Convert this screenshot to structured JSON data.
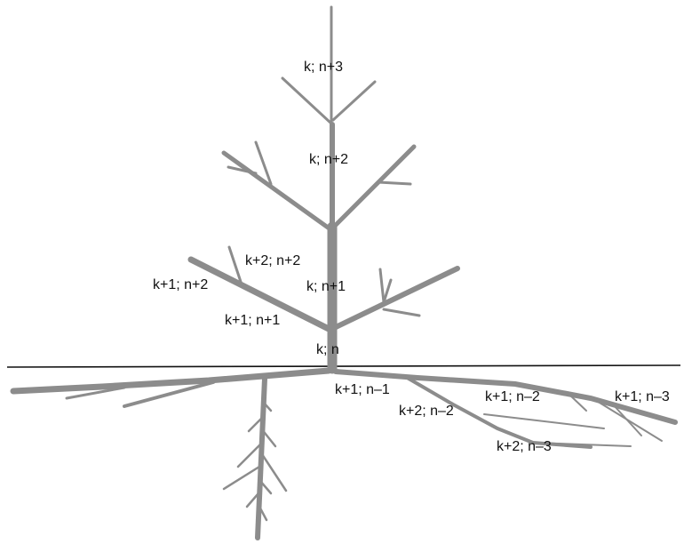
{
  "colors": {
    "branch": "#8c8c8c",
    "ground": "#111111",
    "text": "#111111",
    "background": "#ffffff"
  },
  "labels": {
    "k_n3": "k; n+3",
    "k_n2": "k; n+2",
    "k2_n2": "k+2; n+2",
    "k1_n2": "k+1; n+2",
    "k_n1": "k; n+1",
    "k1_n1": "k+1; n+1",
    "k_n": "k; n",
    "k1_nm1": "k+1; n–1",
    "k2_nm2": "k+2; n–2",
    "k1_nm2": "k+1; n–2",
    "k1_nm3": "k+1; n–3",
    "k2_nm3": "k+2; n–3"
  }
}
